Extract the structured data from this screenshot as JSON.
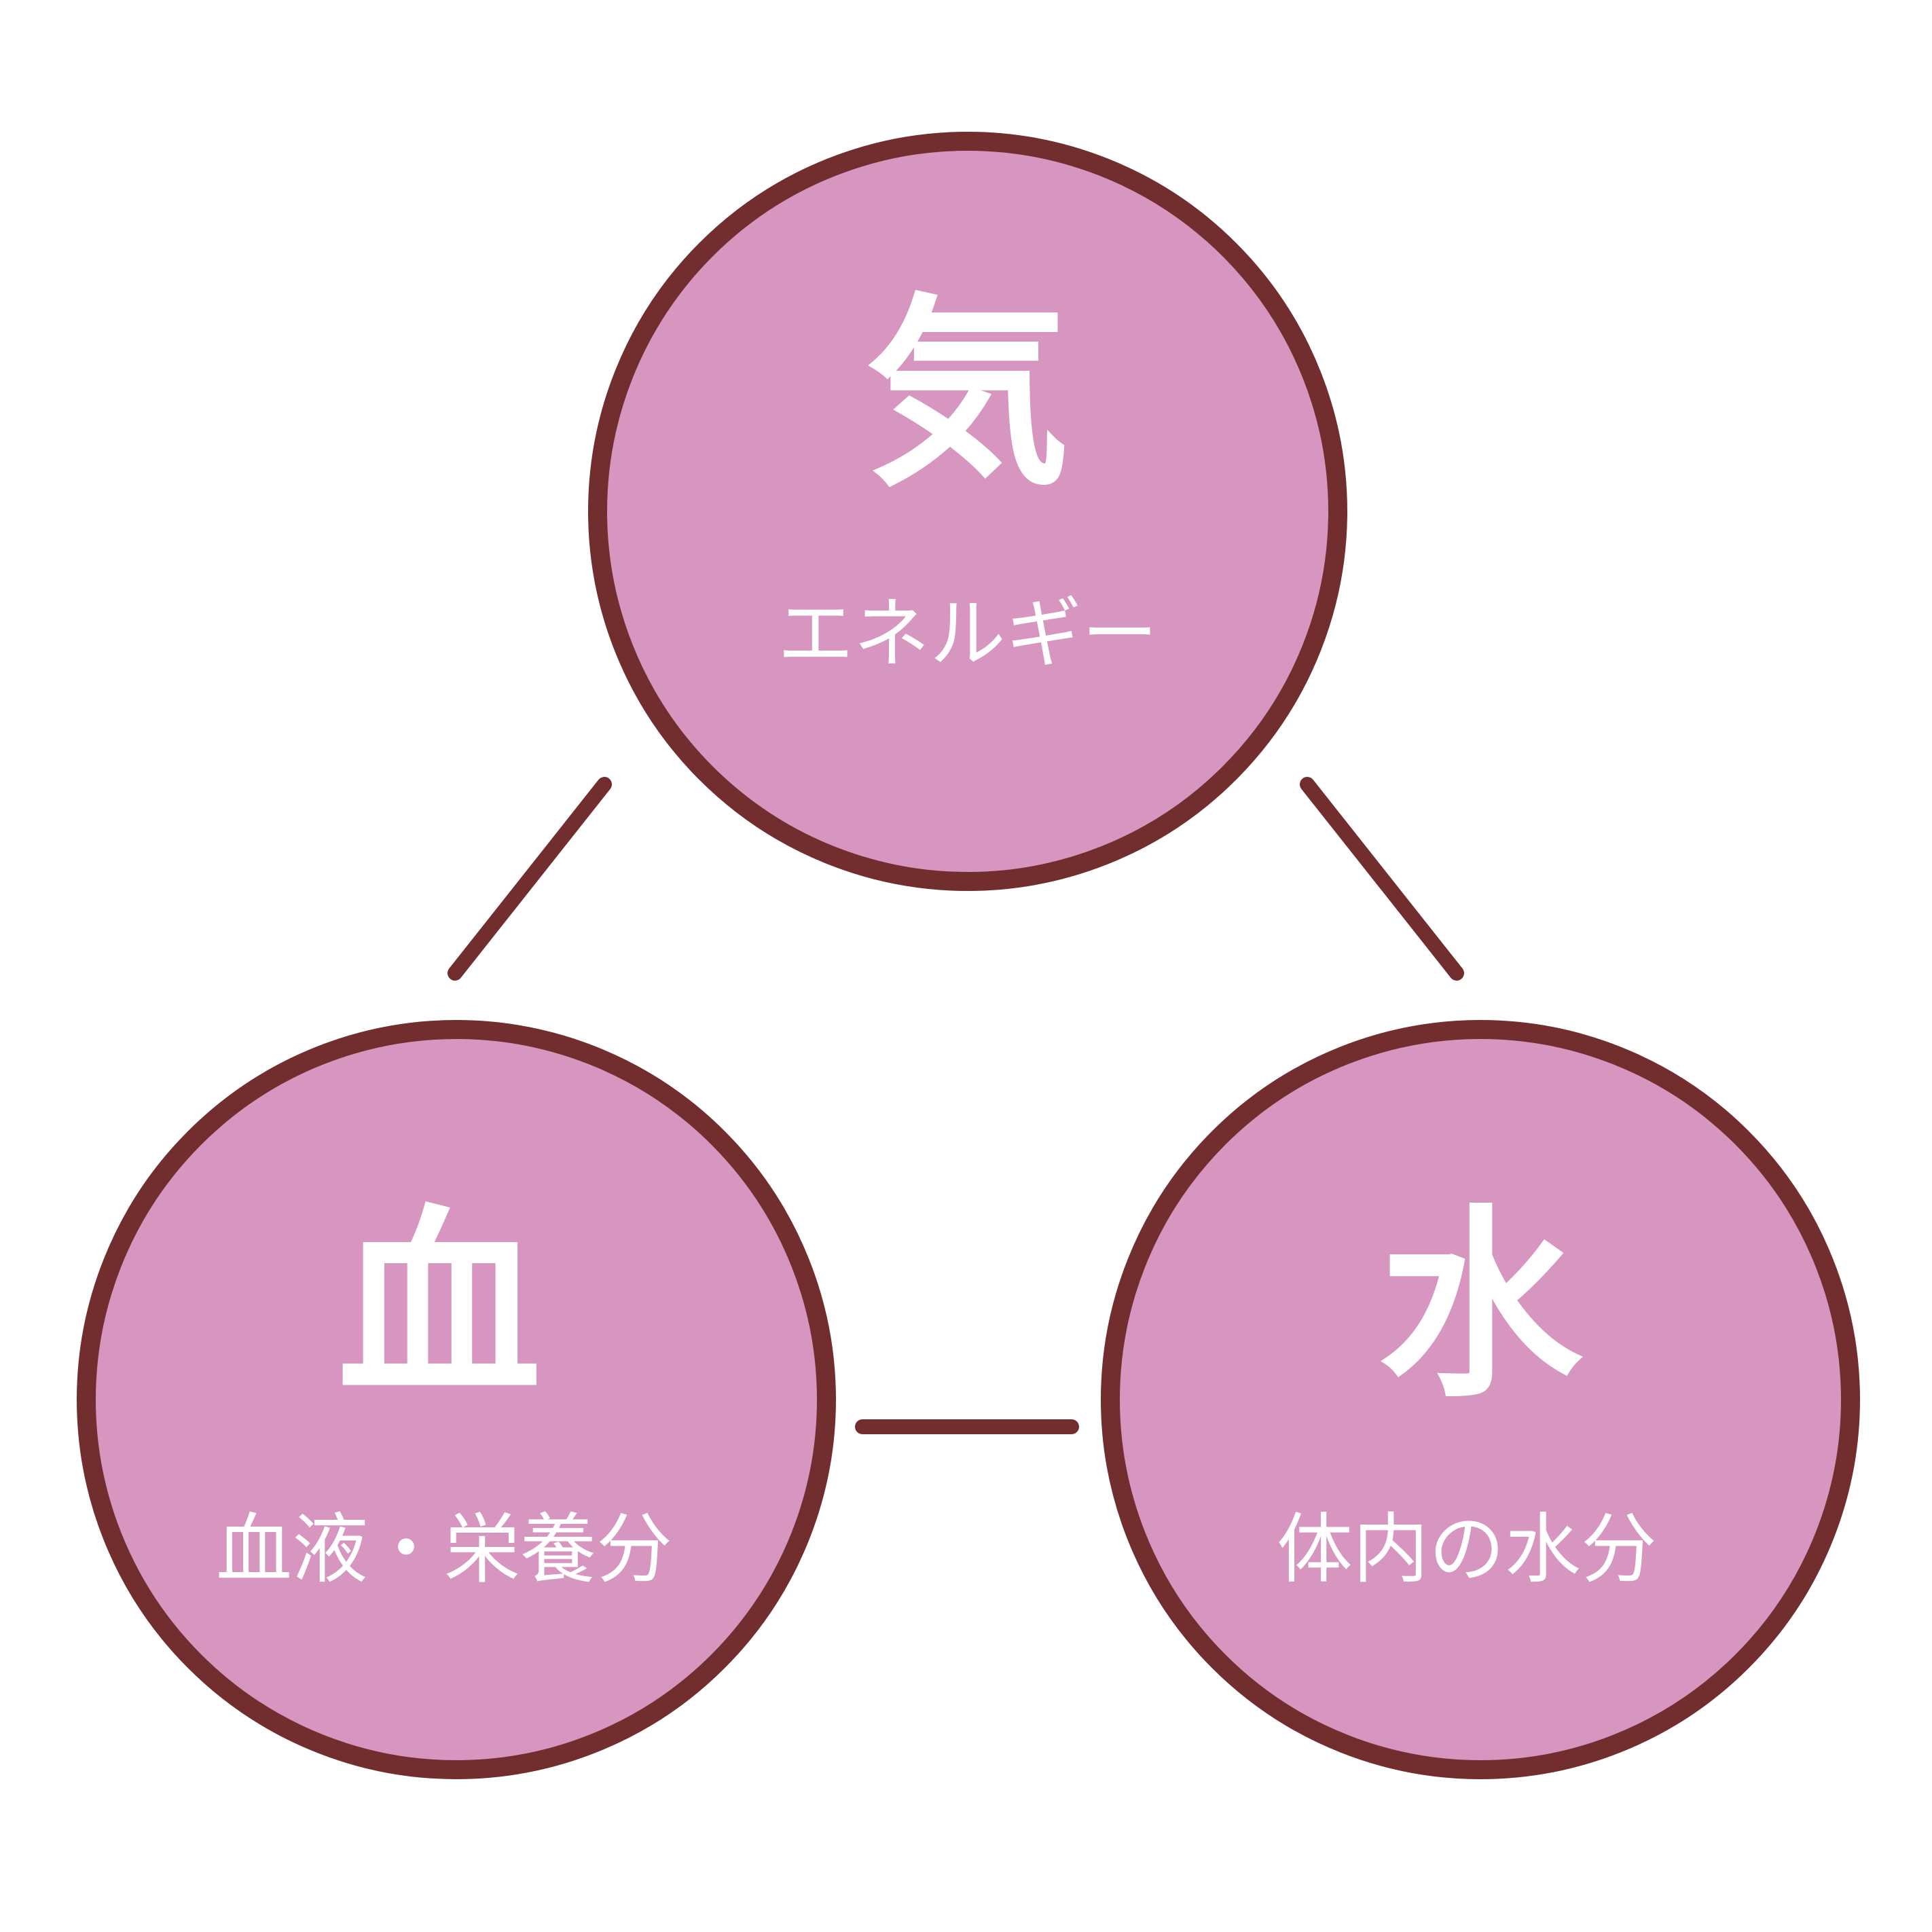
{
  "colors": {
    "circle_fill": "#d696bf",
    "circle_stroke": "#722d2e",
    "connector": "#722d2e",
    "text": "#ffffff",
    "background": "#ffffff"
  },
  "nodes": {
    "ki": {
      "symbol": "気",
      "caption": "エネルギー"
    },
    "ketsu": {
      "symbol": "血",
      "caption": "血液・栄養分"
    },
    "sui": {
      "symbol": "水",
      "caption": "体内の水分"
    }
  },
  "edges": [
    {
      "from": "ki",
      "to": "ketsu"
    },
    {
      "from": "ki",
      "to": "sui"
    },
    {
      "from": "ketsu",
      "to": "sui"
    }
  ]
}
